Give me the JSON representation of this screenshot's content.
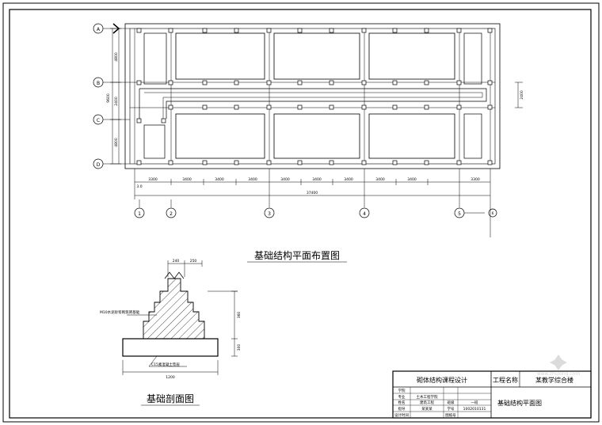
{
  "plan": {
    "title": "基础结构平面布置图",
    "axes_letters": [
      "A",
      "B",
      "C",
      "D"
    ],
    "axes_numbers": [
      "1",
      "2",
      "3",
      "4",
      "5",
      "6"
    ],
    "left_dims": [
      "4800",
      "9600",
      "2400",
      "4800"
    ],
    "bottom_dims": [
      "3300",
      "3400",
      "3400",
      "3400",
      "3400",
      "3400",
      "3400",
      "3400",
      "3400",
      "3300"
    ],
    "bottom_total": "37400",
    "right_dim": "2400",
    "corner_label": "3.0"
  },
  "section": {
    "title": "基础剖面图",
    "top_dims": [
      "240",
      "250"
    ],
    "right_dims": [
      "360",
      "300"
    ],
    "bottom_dim": "1200",
    "label_masonry": "M10水泥砂浆砌筑砖基础",
    "label_concrete": "C15素混凝土垫层"
  },
  "title_block": {
    "design_title": "砌体结构课程设计",
    "project_label": "工程名称",
    "project_name": "某教学综合楼",
    "drawing_name": "基础结构平面图",
    "rows": [
      {
        "k": "学院",
        "v": "",
        "k2": "",
        "v2": ""
      },
      {
        "k": "专业",
        "v": "土木工程学院",
        "k2": "",
        "v2": ""
      },
      {
        "k": "姓名",
        "v": "建筑工程",
        "k2": "班级",
        "v2": "一班"
      },
      {
        "k": "指导",
        "v": "某某某",
        "k2": "学号",
        "v2": "1002010131"
      },
      {
        "k": "设计时间",
        "v": "",
        "k2": "图纸号",
        "v2": ""
      }
    ]
  },
  "watermark": "www.zhulong.com"
}
